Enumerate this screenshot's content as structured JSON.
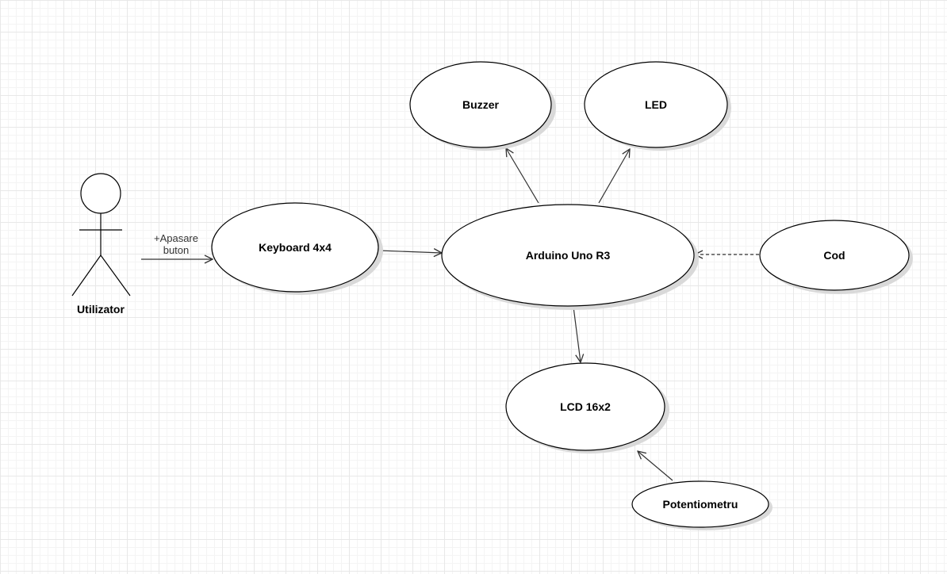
{
  "colors": {
    "stroke": "#000000",
    "fill": "#ffffff",
    "shadow": "#d9d9d9",
    "arrow": "#333333",
    "background": "#ffffff",
    "grid": "#e8e8e8"
  },
  "actor": {
    "label": "Utilizator"
  },
  "nodes": {
    "keyboard": "Keyboard 4x4",
    "arduino": "Arduino Uno R3",
    "buzzer": "Buzzer",
    "led": "LED",
    "cod": "Cod",
    "lcd": "LCD 16x2",
    "potentiometru": "Potentiometru"
  },
  "edges": {
    "actor_to_keyboard": {
      "line1": "+Apasare",
      "line2": "buton"
    }
  }
}
